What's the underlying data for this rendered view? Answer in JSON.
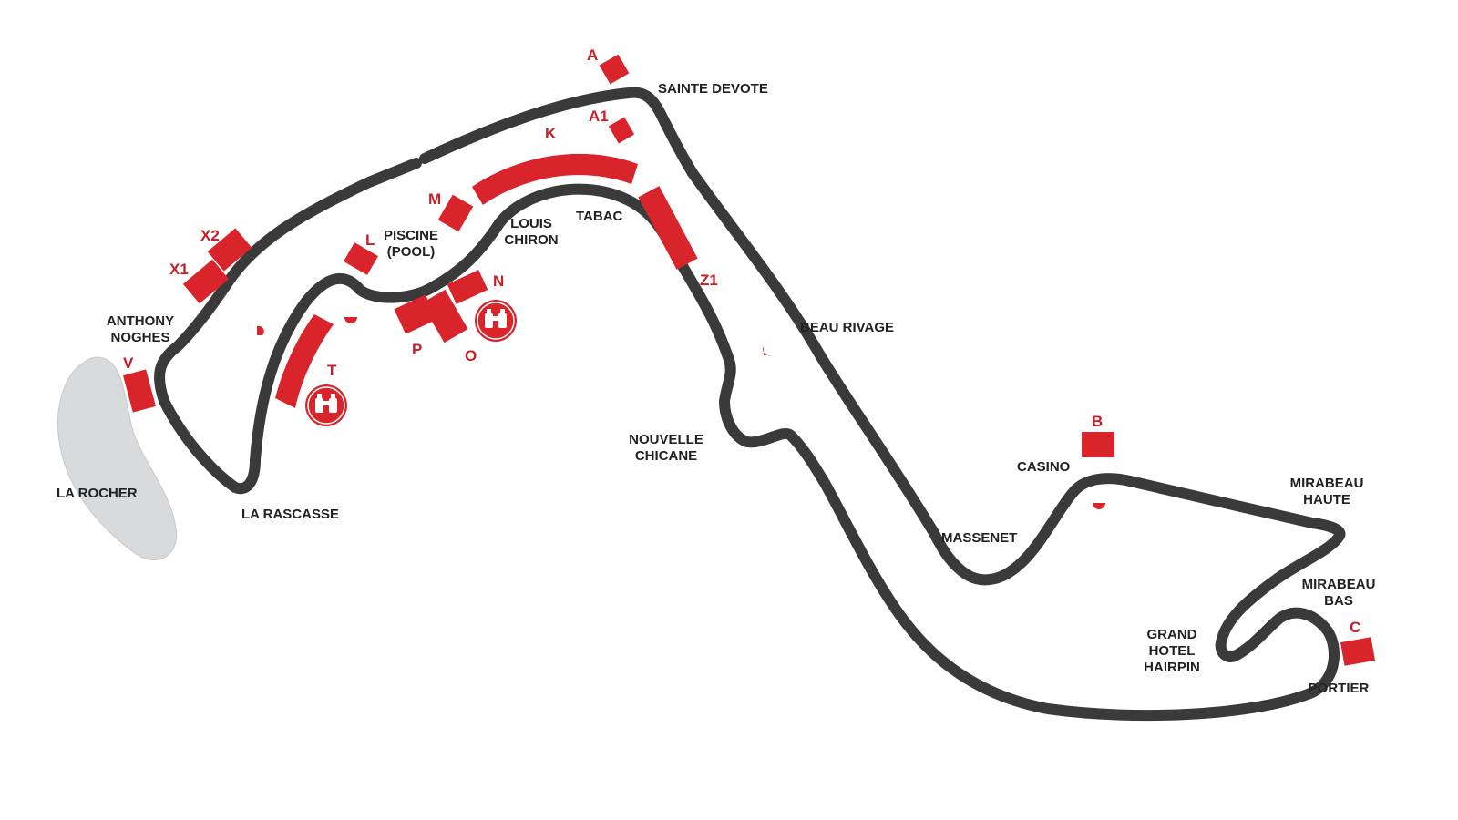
{
  "colors": {
    "track": "#3a3a3a",
    "grandstand": "#d9242c",
    "rock": "#d9dadc",
    "label": "#222222",
    "stand_label": "#c81f27"
  },
  "areas": {
    "rock_label": "LA ROCHER"
  },
  "corners": {
    "sainte_devote": "SAINTE DEVOTE",
    "beau_rivage": "BEAU RIVAGE",
    "casino": "CASINO",
    "massenet": "MASSENET",
    "mirabeau_haute_1": "MIRABEAU",
    "mirabeau_haute_2": "HAUTE",
    "mirabeau_bas_1": "MIRABEAU",
    "mirabeau_bas_2": "BAS",
    "grand_hotel_1": "GRAND",
    "grand_hotel_2": "HOTEL",
    "grand_hotel_3": "HAIRPIN",
    "portier": "PORTIER",
    "nouvelle_chicane_1": "NOUVELLE",
    "nouvelle_chicane_2": "CHICANE",
    "tabac": "TABAC",
    "louis_chiron_1": "LOUIS",
    "louis_chiron_2": "CHIRON",
    "piscine_1": "PISCINE",
    "piscine_2": "(POOL)",
    "anthony_noghes_1": "ANTHONY",
    "anthony_noghes_2": "NOGHES",
    "la_rascasse": "LA RASCASSE"
  },
  "grandstands": {
    "A": "A",
    "A1": "A1",
    "K": "K",
    "M": "M",
    "L": "L",
    "Z1": "Z1",
    "X1": "X1",
    "X2": "X2",
    "V": "V",
    "T": "T",
    "N": "N",
    "O": "O",
    "P": "P",
    "B": "B",
    "C": "C"
  },
  "icons": {
    "viewpoint": "binoculars-icon",
    "marker": "half-circle-marker-icon"
  }
}
